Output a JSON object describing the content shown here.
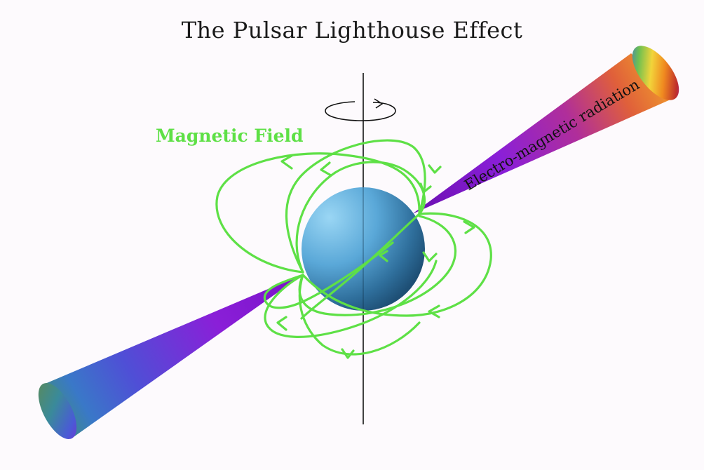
{
  "title": "The Pulsar Lighthouse Effect",
  "labels": {
    "magnetic_field": "Magnetic Field",
    "radiation": "Electro-magnetic radiation"
  },
  "colors": {
    "background": "#fdfafd",
    "field_lines": "#5ee046",
    "axis": "#111111",
    "star_light": "#8ed0f2",
    "star_mid": "#3f8fc4",
    "star_dark": "#1e4f75",
    "beam_violet": "#8a1fd8",
    "beam_blue": "#3f60d8",
    "beam_orange": "#f08a20",
    "label_text": "#111111"
  },
  "icons": {
    "rotation": "rotation-arrow-icon"
  }
}
